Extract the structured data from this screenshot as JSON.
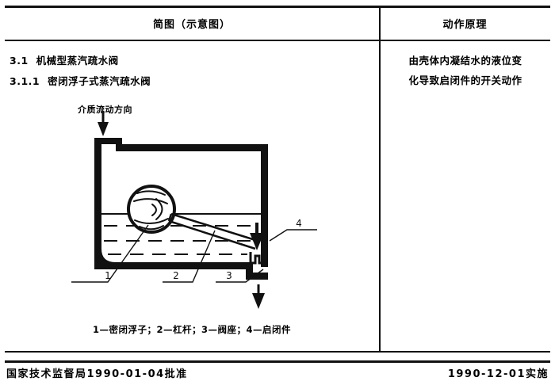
{
  "table": {
    "headers": {
      "left": "简图（示意图）",
      "right": "动作原理"
    }
  },
  "sections": {
    "level1": {
      "number": "3.1",
      "title": "机械型蒸汽疏水阀"
    },
    "level2": {
      "number": "3.1.1",
      "title": "密闭浮子式蒸汽疏水阀"
    }
  },
  "principle": {
    "line1": "由壳体内凝结水的液位变",
    "line2": "化导致启闭件的开关动作"
  },
  "diagram": {
    "flow_label": "介质流动方向",
    "callouts": {
      "one": "1",
      "two": "2",
      "three": "3",
      "four": "4"
    },
    "legend": "1—密闭浮子；2—杠杆；3—阀座；4—启闭件"
  },
  "footer": {
    "left": "国家技术监督局1990-01-04批准",
    "right": "1990-12-01实施"
  },
  "colors": {
    "ink": "#111111",
    "paper": "#ffffff"
  }
}
